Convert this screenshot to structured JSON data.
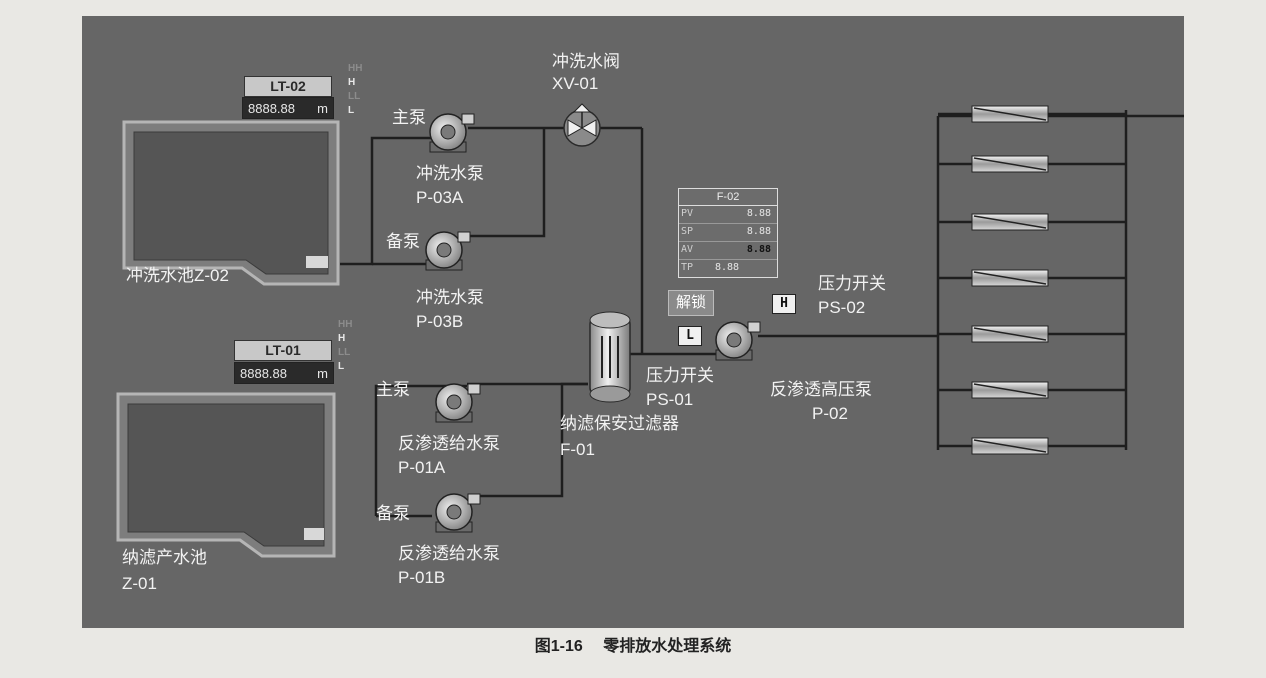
{
  "figure_caption": {
    "number": "图1-16",
    "title": "零排放水处理系统"
  },
  "tanks": [
    {
      "id": "tank-z02",
      "name": "冲洗水池Z-02",
      "level_tag": "LT-02",
      "level_value": "8888.88",
      "unit": "m",
      "alarms": [
        "HH",
        "H",
        "LL",
        "L"
      ]
    },
    {
      "id": "tank-z01",
      "name_line1": "纳滤产水池",
      "name_line2": "Z-01",
      "level_tag": "LT-01",
      "level_value": "8888.88",
      "unit": "m",
      "alarms": [
        "HH",
        "H",
        "LL",
        "L"
      ]
    }
  ],
  "pumps": {
    "p03a": {
      "role": "主泵",
      "name": "冲洗水泵",
      "tag": "P-03A"
    },
    "p03b": {
      "role": "备泵",
      "name": "冲洗水泵",
      "tag": "P-03B"
    },
    "p01a": {
      "role": "主泵",
      "name": "反渗透给水泵",
      "tag": "P-01A"
    },
    "p01b": {
      "role": "备泵",
      "name": "反渗透给水泵",
      "tag": "P-01B"
    },
    "p02": {
      "name": "反渗透高压泵",
      "tag": "P-02"
    }
  },
  "valve": {
    "name": "冲洗水阀",
    "tag": "XV-01"
  },
  "filter": {
    "name": "纳滤保安过滤器",
    "tag": "F-01"
  },
  "switches": {
    "ps01": {
      "name": "压力开关",
      "tag": "PS-01",
      "indicator": "L"
    },
    "ps02": {
      "name": "压力开关",
      "tag": "PS-02",
      "indicator": "H"
    }
  },
  "unlock_button": "解锁",
  "faceplate": {
    "title": "F-02",
    "rows": [
      {
        "tag": "PV",
        "value": "8.88"
      },
      {
        "tag": "SP",
        "value": "8.88"
      },
      {
        "tag": "AV",
        "value": "8.88"
      },
      {
        "tag": "TP",
        "value": "8.88"
      }
    ]
  },
  "membranes_count": 7,
  "colors": {
    "panel": "#666666",
    "pipe": "#1e1e1e",
    "label": "#f2f2f2"
  }
}
